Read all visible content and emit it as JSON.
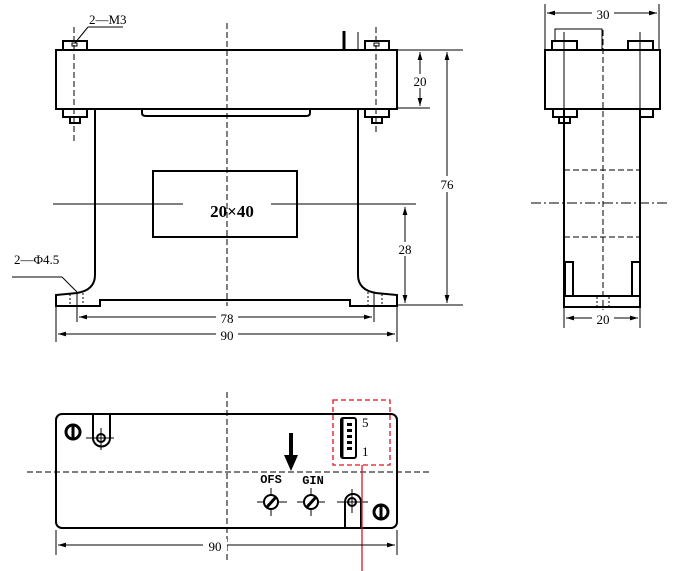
{
  "front_view": {
    "mount_thread_label": "2—M3",
    "mount_hole_label": "2—Φ4.5",
    "window_label": "20×40",
    "dim_top_height": "20",
    "dim_total_height": "76",
    "dim_window_center_height": "28",
    "dim_hole_spacing": "78",
    "dim_total_width": "90"
  },
  "side_view": {
    "dim_top_width": "30",
    "dim_base_width": "20"
  },
  "bottom_view": {
    "ofs_label": "OFS",
    "gin_label": "GIN",
    "dip_high_label": "5",
    "dip_low_label": "1",
    "dim_total_width": "90",
    "highlight_color": "#e0141e"
  }
}
